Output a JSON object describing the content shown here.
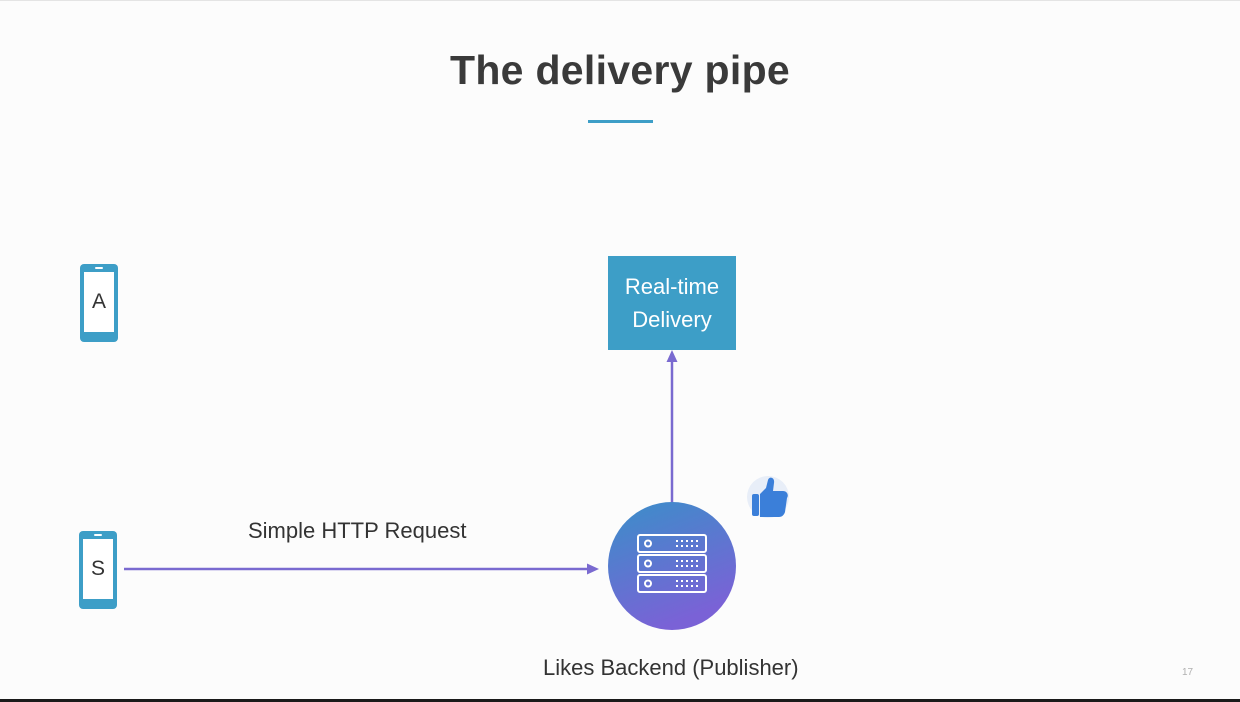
{
  "slide": {
    "title": "The delivery pipe",
    "page_number": "17"
  },
  "devices": {
    "phone_a_label": "A",
    "phone_s_label": "S"
  },
  "nodes": {
    "realtime_line1": "Real-time",
    "realtime_line2": "Delivery",
    "backend_label": "Likes Backend (Publisher)"
  },
  "edges": {
    "http_request_label": "Simple HTTP Request"
  },
  "icons": {
    "phone": "smartphone-icon",
    "backend": "server-rack-icon",
    "reaction": "thumbs-up-icon"
  },
  "colors": {
    "accent_blue": "#3d9ec7",
    "arrow_purple": "#7a6ad0",
    "backend_gradient_top": "#3a8fc9",
    "backend_gradient_bottom": "#7a62d6",
    "like_blue": "#3b7fd9"
  }
}
